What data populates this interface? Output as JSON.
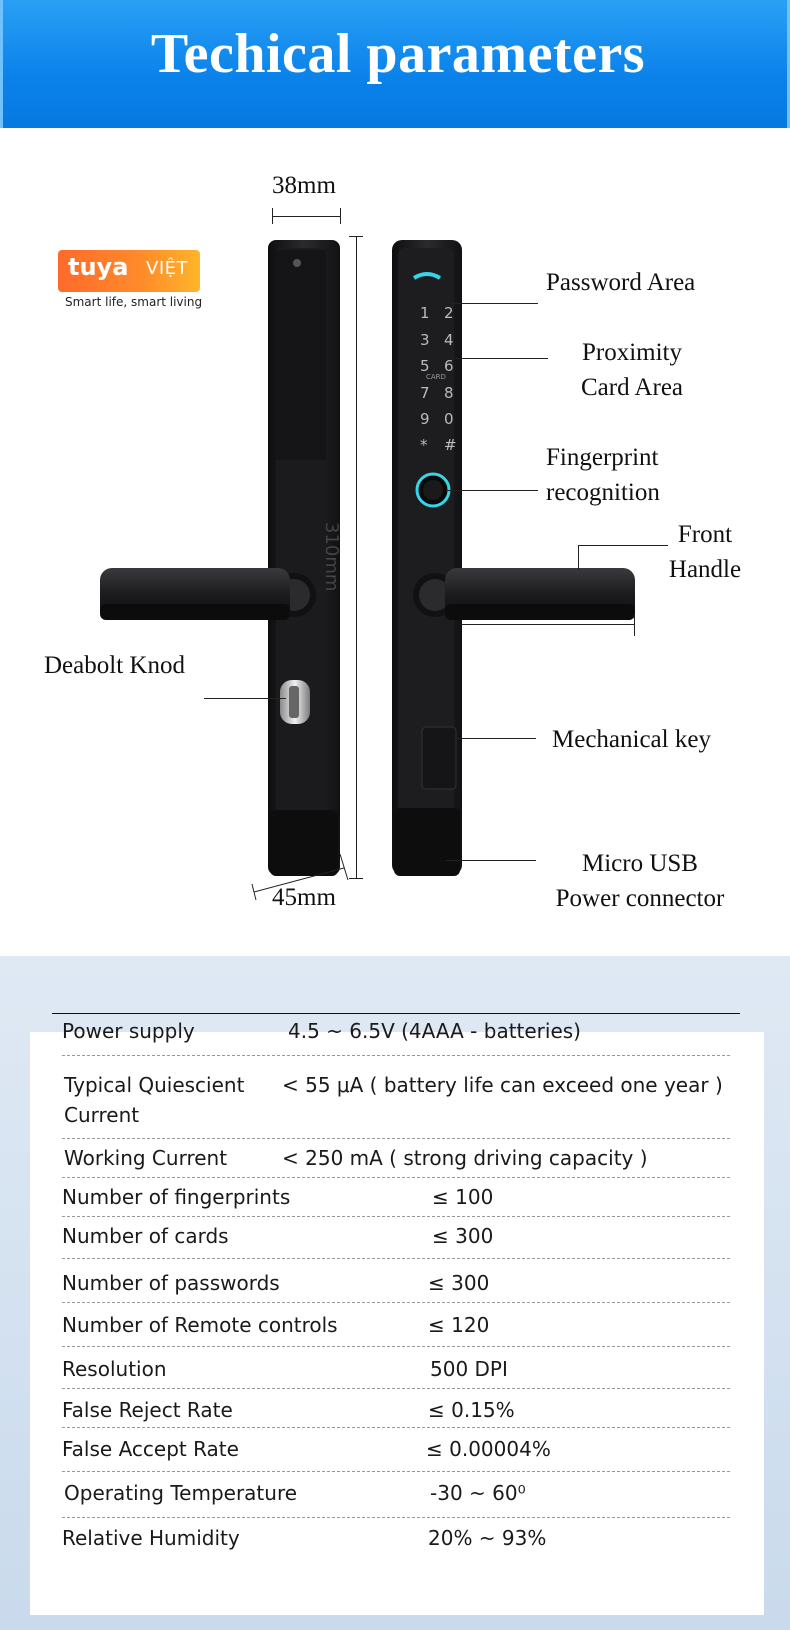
{
  "header": {
    "title": "Techical parameters"
  },
  "dimensions": {
    "width": "38mm",
    "height": "310mm",
    "depth": "45mm"
  },
  "callouts": {
    "password_area": "Password Area",
    "proximity_1": "Proximity",
    "proximity_2": "Card Area",
    "fingerprint_1": "Fingerprint",
    "fingerprint_2": "recognition",
    "front_1": "Front",
    "front_2": "Handle",
    "deadbolt": "Deabolt Knod",
    "mech_key": "Mechanical key",
    "usb_1": "Micro USB",
    "usb_2": "Power connector"
  },
  "keypad": [
    "1",
    "2",
    "3",
    "4",
    "5",
    "6",
    "7",
    "8",
    "9",
    "0",
    "*",
    "#"
  ],
  "keypad_card_label": "CARD",
  "logo": {
    "brand": "tuya",
    "suffix": "VIỆT",
    "slogan": "Smart life, smart living"
  },
  "colors": {
    "header_blue": "#0a82ea",
    "logo_orange": "#ff7a2a",
    "fingerprint_ring": "#37d6e6",
    "lock_body": "#1c1c1e"
  },
  "specs": [
    {
      "label": "Power supply",
      "value": "4.5 ~ 6.5V (4AAA - batteries)"
    },
    {
      "label": "Typical Quiescient",
      "label2": "Current",
      "value": "< 55 μA ( battery life can exceed one year )"
    },
    {
      "label": "Working Current",
      "value": "< 250 mA ( strong driving capacity )"
    },
    {
      "label": "Number of fingerprints",
      "value": "≤ 100"
    },
    {
      "label": "Number of cards",
      "value": "≤ 300"
    },
    {
      "label": "Number of passwords",
      "value": "≤ 300"
    },
    {
      "label": "Number of Remote controls",
      "value": "≤ 120"
    },
    {
      "label": "Resolution",
      "value": "500 DPI"
    },
    {
      "label": "False Reject Rate",
      "value": "≤ 0.15%"
    },
    {
      "label": "False Accept Rate",
      "value": "≤ 0.00004%"
    },
    {
      "label": "Operating Temperature",
      "value": "-30 ~ 60⁰"
    },
    {
      "label": "Relative Humidity",
      "value": "20% ~ 93%"
    }
  ]
}
